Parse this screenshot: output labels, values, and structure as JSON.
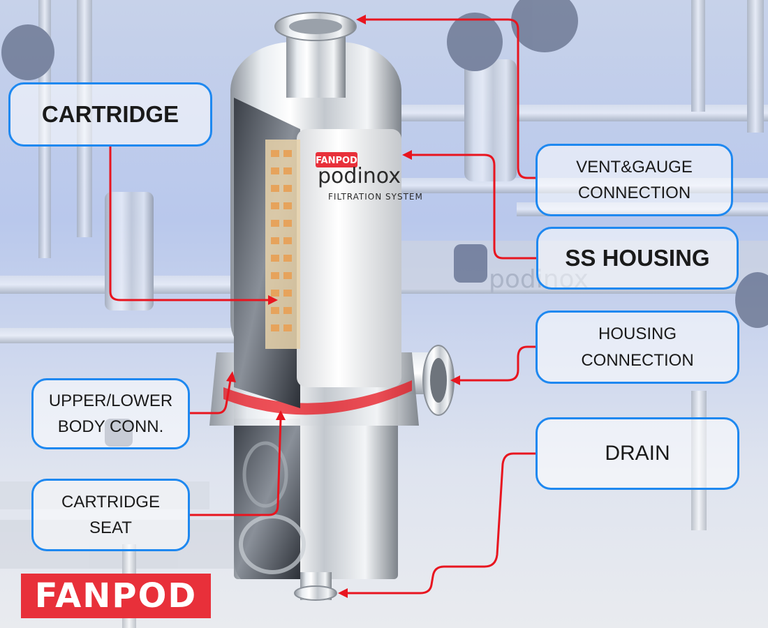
{
  "callouts": {
    "cartridge": "CARTRIDGE",
    "vent_gauge": "VENT&GAUGE\nCONNECTION",
    "ss_housing": "SS HOUSING",
    "housing_connection": "HOUSING\nCONNECTION",
    "drain": "DRAIN",
    "upper_lower": "UPPER/LOWER\nBODY CONN.",
    "cartridge_seat": "CARTRIDGE\nSEAT"
  },
  "product_label": {
    "brand": "FANPOD",
    "model": "podinox",
    "subtitle": "FILTRATION SYSTEM"
  },
  "logo": "FANPOD",
  "colors": {
    "callout_border": "#1e88f0",
    "leader_line": "#e8151f",
    "logo_bg": "#e8303a"
  }
}
